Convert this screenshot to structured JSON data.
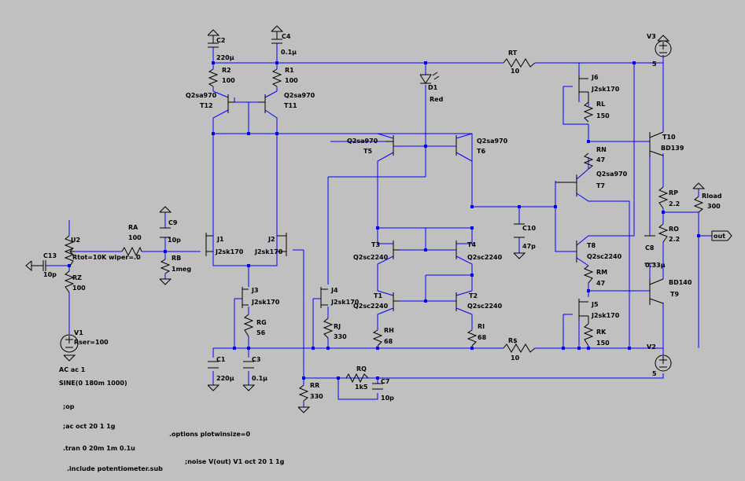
{
  "components": {
    "C2": {
      "ref": "C2",
      "value": "220µ"
    },
    "C4": {
      "ref": "C4",
      "value": "0.1µ"
    },
    "R2": {
      "ref": "R2",
      "value": "100"
    },
    "R1": {
      "ref": "R1",
      "value": "100"
    },
    "T12": {
      "ref": "T12",
      "model": "Q2sa970"
    },
    "T11": {
      "ref": "T11",
      "model": "Q2sa970"
    },
    "RT": {
      "ref": "RT",
      "value": "10"
    },
    "D1": {
      "ref": "D1",
      "value": "Red"
    },
    "J6": {
      "ref": "J6",
      "model": "J2sk170"
    },
    "RL": {
      "ref": "RL",
      "value": "150"
    },
    "V3": {
      "ref": "V3",
      "value": "5"
    },
    "T10": {
      "ref": "T10",
      "model": "BD139"
    },
    "T5": {
      "ref": "T5",
      "model": "Q2sa970"
    },
    "T6": {
      "ref": "T6",
      "model": "Q2sa970"
    },
    "RN": {
      "ref": "RN",
      "value": "47"
    },
    "T7": {
      "ref": "T7",
      "model": "Q2sa970"
    },
    "RP": {
      "ref": "RP",
      "value": "2.2"
    },
    "Rload": {
      "ref": "Rload",
      "value": "300"
    },
    "RO": {
      "ref": "RO",
      "value": "2.2"
    },
    "U2": {
      "ref": "U2",
      "value": "Rtot=10K wiper=.0"
    },
    "RA": {
      "ref": "RA",
      "value": "100"
    },
    "C9": {
      "ref": "C9",
      "value": "10p"
    },
    "RB": {
      "ref": "RB",
      "value": "1meg"
    },
    "J1": {
      "ref": "J1",
      "model": "J2sk170"
    },
    "J2": {
      "ref": "J2",
      "model": "J2sk170"
    },
    "C10": {
      "ref": "C10",
      "value": "47p"
    },
    "T3": {
      "ref": "T3",
      "model": "Q2sc2240"
    },
    "T4": {
      "ref": "T4",
      "model": "Q2sc2240"
    },
    "T8": {
      "ref": "T8",
      "model": "Q2sc2240"
    },
    "C8": {
      "ref": "C8",
      "value": "0.33µ"
    },
    "C13": {
      "ref": "C13",
      "value": "10p"
    },
    "RZ": {
      "ref": "RZ",
      "value": "100"
    },
    "J3": {
      "ref": "J3",
      "model": "J2sk170"
    },
    "J4": {
      "ref": "J4",
      "model": "J2sk170"
    },
    "T1": {
      "ref": "T1",
      "model": "Q2sc2240"
    },
    "T2": {
      "ref": "T2",
      "model": "Q2sc2240"
    },
    "RM": {
      "ref": "RM",
      "value": "47"
    },
    "T9": {
      "ref": "T9",
      "model": "BD140"
    },
    "RG": {
      "ref": "RG",
      "value": "56"
    },
    "RJ": {
      "ref": "RJ",
      "value": "330"
    },
    "RH": {
      "ref": "RH",
      "value": "68"
    },
    "RI": {
      "ref": "RI",
      "value": "68"
    },
    "J5": {
      "ref": "J5",
      "model": "J2sk170"
    },
    "RK": {
      "ref": "RK",
      "value": "150"
    },
    "V1": {
      "ref": "V1",
      "value": "Rser=100",
      "source": "AC ac 1",
      "sine": "SINE(0 180m 1000)"
    },
    "RS": {
      "ref": "R$",
      "value": "10"
    },
    "V2": {
      "ref": "V2",
      "value": "5"
    },
    "C1": {
      "ref": "C1",
      "value": "220µ"
    },
    "C3": {
      "ref": "C3",
      "value": "0.1µ"
    },
    "RQ": {
      "ref": "RQ",
      "value": "1k5"
    },
    "C7": {
      "ref": "C7",
      "value": "10p"
    },
    "RR": {
      "ref": "RR",
      "value": "330"
    }
  },
  "out_label": "out",
  "directives": {
    "op": ";op",
    "ac": ";ac oct 20 1 1g",
    "tran": ".tran 0 20m 1m 0.1u",
    "include": ".include potentiometer.sub",
    "options": ".options plotwinsize=0",
    "noise": ";noise V(out) V1 oct 20 1 1g"
  }
}
